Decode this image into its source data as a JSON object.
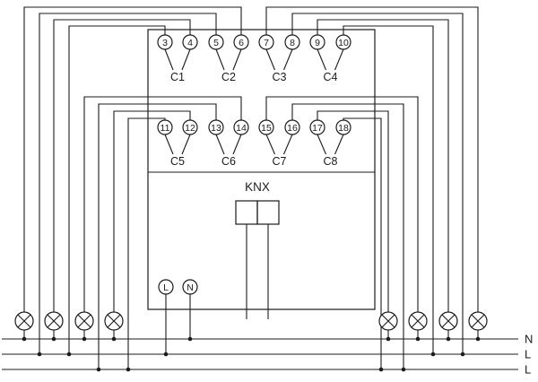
{
  "diagram_type": "KNX switch actuator wiring schematic",
  "colors": {
    "line": "#1b1b1b",
    "background": "#ffffff"
  },
  "device": {
    "row1": {
      "terminals": [
        "3",
        "4",
        "5",
        "6",
        "7",
        "8",
        "9",
        "10"
      ],
      "channels": [
        "C1",
        "C2",
        "C3",
        "C4"
      ]
    },
    "row2": {
      "terminals": [
        "11",
        "12",
        "13",
        "14",
        "15",
        "16",
        "17",
        "18"
      ],
      "channels": [
        "C5",
        "C6",
        "C7",
        "C8"
      ]
    },
    "bus_label": "KNX",
    "power_terminals": [
      "L",
      "N"
    ]
  },
  "mains": {
    "labels": [
      "N",
      "L",
      "L"
    ]
  },
  "lamps": {
    "left_count": 4,
    "right_count": 4,
    "symbol": "lamp-cross-circle"
  }
}
